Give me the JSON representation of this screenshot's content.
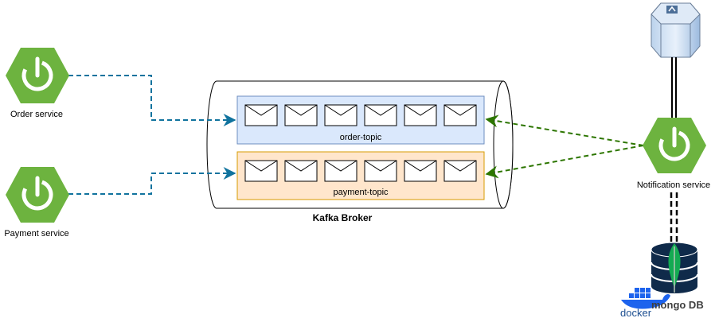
{
  "services": {
    "order": "Order service",
    "payment": "Payment service",
    "notification": "Notification service"
  },
  "broker": {
    "label": "Kafka Broker",
    "topics": [
      {
        "name": "order-topic",
        "fill": "#dae8fc",
        "stroke": "#6c8ebf"
      },
      {
        "name": "payment-topic",
        "fill": "#ffe6cc",
        "stroke": "#d79b00"
      }
    ],
    "messages_per_topic": 6
  },
  "logos": {
    "spring_color": "#6db33f",
    "mongo_text": "mongo DB",
    "docker_text": "docker",
    "mongo_leaf_color": "#13aa52",
    "docker_blue": "#1d63ed"
  },
  "colors": {
    "producer_arrow": "#10739e",
    "consumer_arrow": "#2d7600"
  }
}
